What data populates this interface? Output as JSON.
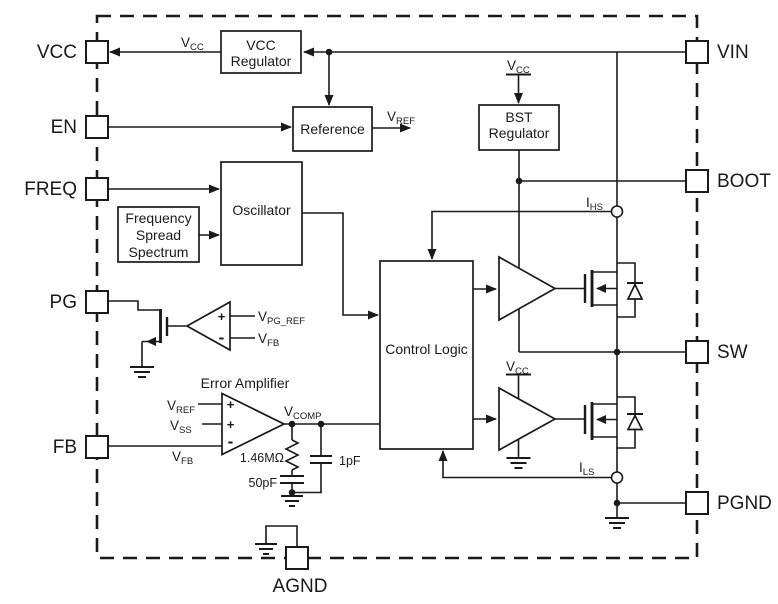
{
  "pins": {
    "vcc": "VCC",
    "en": "EN",
    "freq": "FREQ",
    "pg": "PG",
    "fb": "FB",
    "vin": "VIN",
    "boot": "BOOT",
    "sw": "SW",
    "pgnd": "PGND",
    "agnd": "AGND"
  },
  "blocks": {
    "vcc_regulator": {
      "line1": "VCC",
      "line2": "Regulator"
    },
    "reference": {
      "label": "Reference"
    },
    "oscillator": {
      "label": "Oscillator"
    },
    "freq_spread": {
      "line1": "Frequency",
      "line2": "Spread",
      "line3": "Spectrum"
    },
    "bst_regulator": {
      "line1": "BST",
      "line2": "Regulator"
    },
    "control_logic": {
      "label": "Control Logic"
    }
  },
  "labels": {
    "error_amplifier": "Error Amplifier",
    "vcc": {
      "main": "V",
      "sub": "CC"
    },
    "vref": {
      "main": "V",
      "sub": "REF"
    },
    "vss": {
      "main": "V",
      "sub": "SS"
    },
    "vfb": {
      "main": "V",
      "sub": "FB"
    },
    "vcomp": {
      "main": "V",
      "sub": "COMP"
    },
    "vpgref": {
      "main": "V",
      "sub": "PG_REF"
    },
    "ihs": {
      "main": "I",
      "sub": "HS"
    },
    "ils": {
      "main": "I",
      "sub": "LS"
    }
  },
  "components": {
    "comp_resistor": "1.46MΩ",
    "hf_cap": "1pF",
    "comp_cap": "50pF"
  },
  "amp": {
    "plus": "+",
    "minus": "-"
  },
  "colors": {
    "ink": "#1a1a1a",
    "bg": "#ffffff"
  }
}
